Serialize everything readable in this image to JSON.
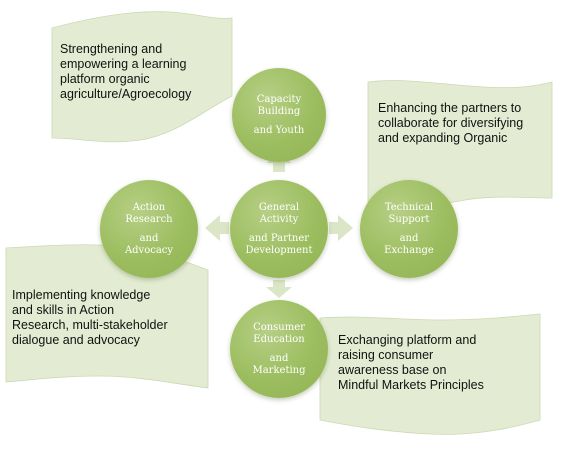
{
  "colors": {
    "circle_fill": "#9cbd5f",
    "banner_fill": "#e3ecd2",
    "arrow_fill": "#dbe6c6",
    "text_dark": "#111111",
    "circle_text": "#ffffff"
  },
  "center": {
    "line1": "General",
    "line2": "Activity",
    "line3": "and Partner",
    "line4": "Development"
  },
  "top": {
    "line1": "Capacity",
    "line2": "Building",
    "line3": "and Youth"
  },
  "left": {
    "line1": "Action",
    "line2": "Research",
    "line3": "and",
    "line4": "Advocacy"
  },
  "right": {
    "line1": "Technical",
    "line2": "Support",
    "line3": "and",
    "line4": "Exchange"
  },
  "bottom": {
    "line1": "Consumer",
    "line2": "Education",
    "line3": "and",
    "line4": "Marketing"
  },
  "notes": {
    "top_left": {
      "line1": "Strengthening and",
      "line2": "empowering a learning",
      "line3": "platform organic",
      "line4": "agriculture/Agroecology"
    },
    "top_right": {
      "line1": "Enhancing the partners to",
      "line2": "collaborate for diversifying",
      "line3": "and expanding Organic"
    },
    "bottom_left": {
      "line1": "Implementing knowledge",
      "line2": "and skills in Action",
      "line3": "Research, multi-stakeholder",
      "line4": "dialogue and advocacy"
    },
    "bottom_right": {
      "line1": "Exchanging platform and",
      "line2": "raising consumer",
      "line3": "awareness base on",
      "line4": "Mindful Markets Principles"
    }
  }
}
